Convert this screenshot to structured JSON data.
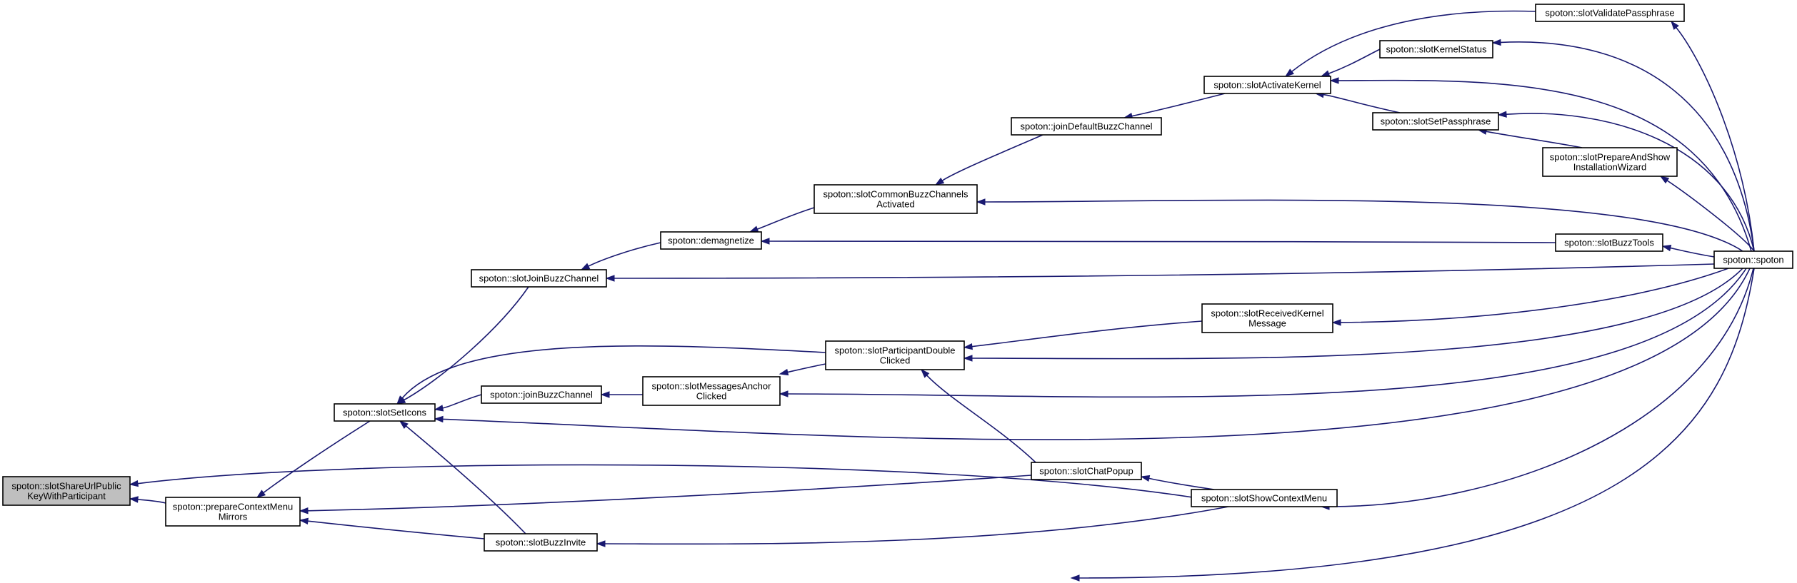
{
  "diagram": {
    "type": "caller-graph",
    "edge_color": "#191970",
    "root_fill": "#bfbfbf",
    "nodes": [
      {
        "id": "n_share",
        "lines": [
          "spoton::slotShareUrlPublic",
          "KeyWithParticipant"
        ],
        "highlighted": true
      },
      {
        "id": "n_pcmm",
        "lines": [
          "spoton::prepareContextMenu",
          "Mirrors"
        ]
      },
      {
        "id": "n_seticons",
        "lines": [
          "spoton::slotSetIcons"
        ]
      },
      {
        "id": "n_joinbuzzch",
        "lines": [
          "spoton::slotJoinBuzzChannel"
        ]
      },
      {
        "id": "n_demag",
        "lines": [
          "spoton::demagnetize"
        ]
      },
      {
        "id": "n_common",
        "lines": [
          "spoton::slotCommonBuzzChannels",
          "Activated"
        ]
      },
      {
        "id": "n_joindefault",
        "lines": [
          "spoton::joinDefaultBuzzChannel"
        ]
      },
      {
        "id": "n_activate",
        "lines": [
          "spoton::slotActivateKernel"
        ]
      },
      {
        "id": "n_validate",
        "lines": [
          "spoton::slotValidatePassphrase"
        ]
      },
      {
        "id": "n_kstatus",
        "lines": [
          "spoton::slotKernelStatus"
        ]
      },
      {
        "id": "n_setpass",
        "lines": [
          "spoton::slotSetPassphrase"
        ]
      },
      {
        "id": "n_wizard",
        "lines": [
          "spoton::slotPrepareAndShow",
          "InstallationWizard"
        ]
      },
      {
        "id": "n_buzztools",
        "lines": [
          "spoton::slotBuzzTools"
        ]
      },
      {
        "id": "n_spoton",
        "lines": [
          "spoton::spoton"
        ]
      },
      {
        "id": "n_recvkernel",
        "lines": [
          "spoton::slotReceivedKernel",
          "Message"
        ]
      },
      {
        "id": "n_partdbl",
        "lines": [
          "spoton::slotParticipantDouble",
          "Clicked"
        ]
      },
      {
        "id": "n_msganchor",
        "lines": [
          "spoton::slotMessagesAnchor",
          "Clicked"
        ]
      },
      {
        "id": "n_joinbuzz",
        "lines": [
          "spoton::joinBuzzChannel"
        ]
      },
      {
        "id": "n_chatpopup",
        "lines": [
          "spoton::slotChatPopup"
        ]
      },
      {
        "id": "n_showctx",
        "lines": [
          "spoton::slotShowContextMenu"
        ]
      },
      {
        "id": "n_buzzinvite",
        "lines": [
          "spoton::slotBuzzInvite"
        ]
      }
    ],
    "edges": [
      {
        "from": "n_pcmm",
        "to": "n_share"
      },
      {
        "from": "n_showctx",
        "to": "n_share"
      },
      {
        "from": "n_seticons",
        "to": "n_pcmm"
      },
      {
        "from": "n_chatpopup",
        "to": "n_pcmm"
      },
      {
        "from": "n_buzzinvite",
        "to": "n_pcmm"
      },
      {
        "from": "n_spoton",
        "to": "n_pcmm"
      },
      {
        "from": "n_joinbuzzch",
        "to": "n_seticons"
      },
      {
        "from": "n_partdbl",
        "to": "n_seticons"
      },
      {
        "from": "n_joinbuzz",
        "to": "n_seticons"
      },
      {
        "from": "n_buzzinvite",
        "to": "n_seticons"
      },
      {
        "from": "n_spoton",
        "to": "n_seticons"
      },
      {
        "from": "n_demag",
        "to": "n_joinbuzzch"
      },
      {
        "from": "n_spoton",
        "to": "n_joinbuzzch"
      },
      {
        "from": "n_common",
        "to": "n_demag"
      },
      {
        "from": "n_buzztools",
        "to": "n_demag"
      },
      {
        "from": "n_joindefault",
        "to": "n_common"
      },
      {
        "from": "n_spoton",
        "to": "n_common"
      },
      {
        "from": "n_activate",
        "to": "n_joindefault"
      },
      {
        "from": "n_validate",
        "to": "n_activate"
      },
      {
        "from": "n_kstatus",
        "to": "n_activate"
      },
      {
        "from": "n_setpass",
        "to": "n_activate"
      },
      {
        "from": "n_spoton",
        "to": "n_activate"
      },
      {
        "from": "n_spoton",
        "to": "n_validate"
      },
      {
        "from": "n_spoton",
        "to": "n_kstatus"
      },
      {
        "from": "n_wizard",
        "to": "n_setpass"
      },
      {
        "from": "n_spoton",
        "to": "n_setpass"
      },
      {
        "from": "n_spoton",
        "to": "n_wizard"
      },
      {
        "from": "n_spoton",
        "to": "n_buzztools"
      },
      {
        "from": "n_spoton",
        "to": "n_recvkernel"
      },
      {
        "from": "n_recvkernel",
        "to": "n_partdbl"
      },
      {
        "from": "n_spoton",
        "to": "n_partdbl"
      },
      {
        "from": "n_chatpopup",
        "to": "n_partdbl"
      },
      {
        "from": "n_partdbl",
        "to": "n_msganchor"
      },
      {
        "from": "n_spoton",
        "to": "n_msganchor"
      },
      {
        "from": "n_msganchor",
        "to": "n_joinbuzz"
      },
      {
        "from": "n_showctx",
        "to": "n_chatpopup"
      },
      {
        "from": "n_spoton",
        "to": "n_showctx"
      },
      {
        "from": "n_showctx",
        "to": "n_buzzinvite"
      }
    ]
  }
}
